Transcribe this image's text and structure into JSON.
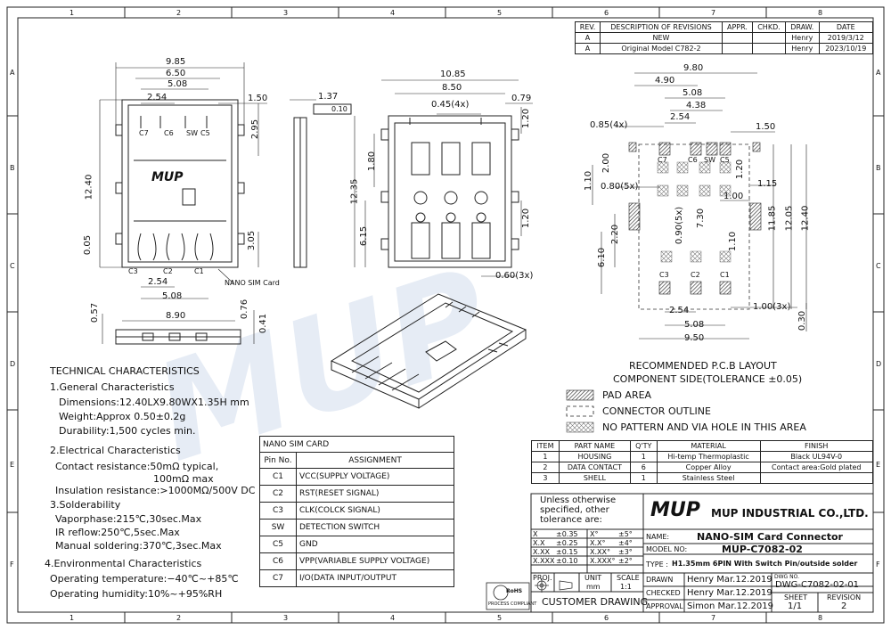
{
  "frame": {
    "col_labels": [
      "1",
      "2",
      "3",
      "4",
      "5",
      "6",
      "7",
      "8"
    ],
    "row_labels": [
      "A",
      "B",
      "C",
      "D",
      "E",
      "F"
    ]
  },
  "revisions": {
    "headers": [
      "REV.",
      "DESCRIPTION OF REVISIONS",
      "APPR.",
      "CHKD.",
      "DRAW.",
      "DATE"
    ],
    "rows": [
      {
        "rev": "A",
        "desc": "NEW",
        "appr": "",
        "chkd": "",
        "draw": "Henry",
        "date": "2019/3/12"
      },
      {
        "rev": "A",
        "desc": "Original Model C782-2",
        "appr": "",
        "chkd": "",
        "draw": "Henry",
        "date": "2023/10/19"
      }
    ]
  },
  "top_view": {
    "dims": [
      "9.85",
      "6.50",
      "5.08",
      "2.54",
      "1.50",
      "2.95",
      "12.40",
      "0.05",
      "3.05",
      "2.54",
      "5.08"
    ],
    "pins_top": [
      "C7",
      "C6",
      "SW",
      "C5"
    ],
    "pins_bottom": [
      "C3",
      "C2",
      "C1"
    ],
    "callout": "NANO SIM Card"
  },
  "side_view": {
    "dims": [
      "1.37",
      "0.10"
    ]
  },
  "front_view": {
    "dims": [
      "0.57",
      "8.90",
      "0.76",
      "0.41"
    ]
  },
  "bottom_view": {
    "dims": [
      "10.85",
      "8.50",
      "0.79",
      "0.45(4x)",
      "1.20",
      "1.80",
      "12.35",
      "6.15",
      "1.20",
      "0.60(3x)"
    ]
  },
  "pcb": {
    "dims": [
      "9.80",
      "4.90",
      "5.08",
      "4.38",
      "2.54",
      "0.85(4x)",
      "1.50",
      "2.00",
      "1.20",
      "1.10",
      "0.80(5x)",
      "1.15",
      "1.00",
      "0.90(5x)",
      "7.30",
      "11.85",
      "12.05",
      "12.40",
      "2.20",
      "6.10",
      "1.10",
      "1.00(3x)",
      "2.54",
      "5.08",
      "9.50",
      "0.30"
    ],
    "pins_top": [
      "C7",
      "C6",
      "SW",
      "C5"
    ],
    "pins_bottom": [
      "C3",
      "C2",
      "C1"
    ],
    "title_line1": "RECOMMENDED P.C.B LAYOUT",
    "title_line2": "COMPONENT SIDE(TOLERANCE ±0.05)",
    "legend": [
      "PAD AREA",
      "CONNECTOR OUTLINE",
      "NO PATTERN AND VIA HOLE IN THIS AREA"
    ]
  },
  "logo_text": "MUP",
  "tech": {
    "title": "TECHNICAL CHARACTERISTICS",
    "general_title": "1.General Characteristics",
    "dimensions": "Dimensions:12.40LX9.80WX1.35H mm",
    "weight": "Weight:Approx 0.50±0.2g",
    "durability": "Durability:1,500 cycles min.",
    "electrical_title": "2.Electrical Characteristics",
    "contact_res": "Contact resistance:50mΩ typical,",
    "contact_res2": "100mΩ max",
    "insulation": "Insulation resistance:>1000MΩ/500V DC",
    "solder_title": "3.Solderability",
    "vapor": "Vaporphase:215℃,30sec.Max",
    "ir": "IR reflow:250℃,5sec.Max",
    "manual": "Manual soldering:370℃,3sec.Max",
    "env_title": "4.Environmental Characteristics",
    "op_temp": "Operating temperature:−40℃~+85℃",
    "op_hum": "Operating humidity:10%~+95%RH"
  },
  "pin_table": {
    "title": "NANO SIM CARD",
    "headers": [
      "Pin No.",
      "ASSIGNMENT"
    ],
    "rows": [
      [
        "C1",
        "VCC(SUPPLY VOLTAGE)"
      ],
      [
        "C2",
        "RST(RESET SIGNAL)"
      ],
      [
        "C3",
        "CLK(COLCK SIGNAL)"
      ],
      [
        "SW",
        "DETECTION SWITCH"
      ],
      [
        "C5",
        "GND"
      ],
      [
        "C6",
        "VPP(VARIABLE SUPPLY VOLTAGE)"
      ],
      [
        "C7",
        "I/O(DATA INPUT/OUTPUT"
      ]
    ]
  },
  "bom": {
    "headers": [
      "ITEM",
      "PART NAME",
      "Q'TY",
      "MATERIAL",
      "FINISH"
    ],
    "rows": [
      [
        "1",
        "HOUSING",
        "1",
        "Hi-temp Thermoplastic",
        "Black UL94V-0"
      ],
      [
        "2",
        "DATA CONTACT",
        "6",
        "Copper Alloy",
        "Contact area:Gold plated"
      ],
      [
        "3",
        "SHELL",
        "1",
        "Stainless Steel",
        ""
      ]
    ]
  },
  "title_block": {
    "unless": [
      "Unless otherwise",
      "specified, other",
      "tolerance are:"
    ],
    "tol": [
      [
        "X",
        "±0.35",
        "X°",
        "±5°"
      ],
      [
        "X.X",
        "±0.25",
        "X.X°",
        "±4°"
      ],
      [
        "X.XX",
        "±0.15",
        "X.XX°",
        "±3°"
      ],
      [
        "X.XXX",
        "±0.10",
        "X.XXX°",
        "±2°"
      ]
    ],
    "company": "MUP INDUSTRIAL CO.,LTD.",
    "name_label": "NAME:",
    "name": "NANO-SIM Card Connector",
    "model_label": "MODEL NO:",
    "model": "MUP-C7082-02",
    "type_label": "TYPE :",
    "type": "H1.35mm 6PIN With Switch Pin/outside solder",
    "proj_label": "PROJ.",
    "unit_label": "UNIT",
    "unit": "mm",
    "scale_label": "SCALE",
    "scale": "1:1",
    "customer": "CUSTOMER DRAWING",
    "drawn_label": "DRAWN",
    "drawn": "Henry Mar.12.2019",
    "checked_label": "CHECKED",
    "checked": "Henry Mar.12.2019",
    "approval_label": "APPROVAL",
    "approval": "Simon Mar.12.2019",
    "dwg_label": "DWG NO.",
    "dwg": "DWG-C7082-02-01",
    "sheet_label": "SHEET",
    "sheet": "1/1",
    "revision_label": "REVISION",
    "revision": "2",
    "rohs": "RoHS",
    "process": "PROCESS COMPLIANT"
  }
}
